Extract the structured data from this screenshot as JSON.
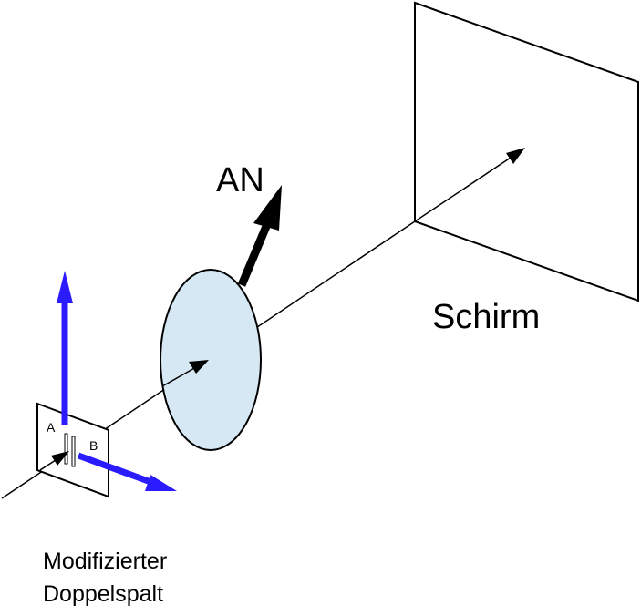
{
  "labels": {
    "analyzer": "AN",
    "screen": "Schirm",
    "slit_a": "A",
    "slit_b": "B",
    "caption_line1": "Modifizierter",
    "caption_line2": "Doppelspalt"
  },
  "colors": {
    "analyzer_fill": "#d5e8f3",
    "polarization_arrow": "#2b1bff",
    "line": "#000000"
  }
}
